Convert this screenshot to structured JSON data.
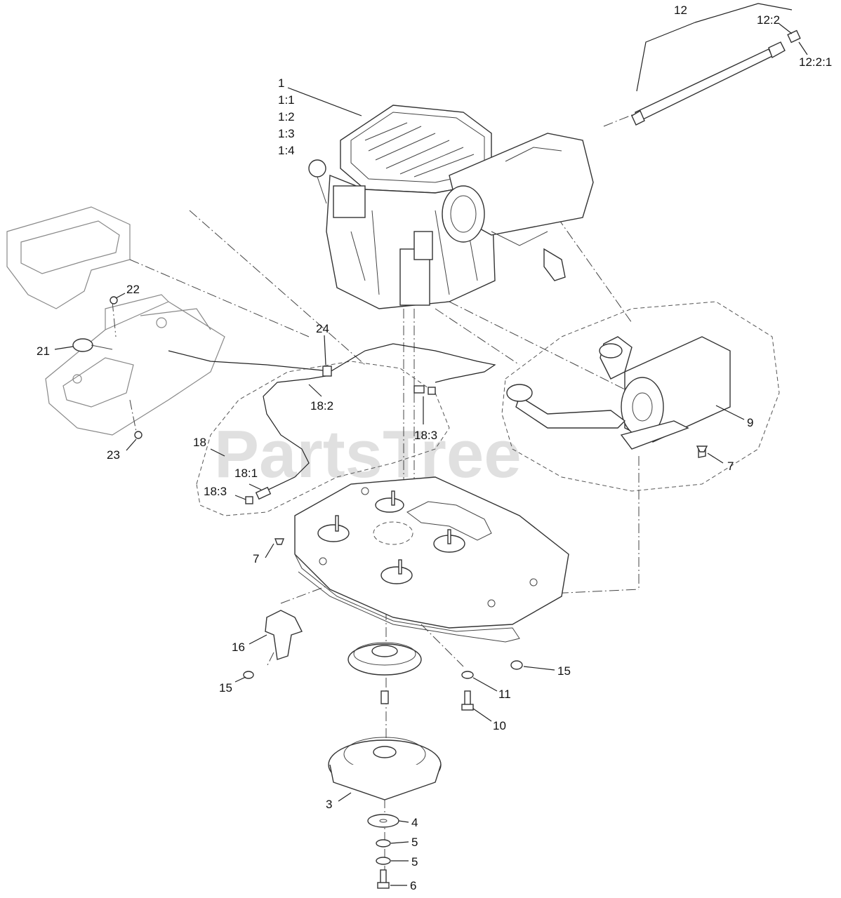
{
  "watermark": "PartsTree",
  "labels": [
    {
      "id": "l1",
      "text": "1"
    },
    {
      "id": "l1_1",
      "text": "1:1"
    },
    {
      "id": "l1_2",
      "text": "1:2"
    },
    {
      "id": "l1_3",
      "text": "1:3"
    },
    {
      "id": "l1_4",
      "text": "1:4"
    },
    {
      "id": "l12",
      "text": "12"
    },
    {
      "id": "l12_2",
      "text": "12:2"
    },
    {
      "id": "l12_2_1",
      "text": "12:2:1"
    },
    {
      "id": "l22",
      "text": "22"
    },
    {
      "id": "l21",
      "text": "21"
    },
    {
      "id": "l23",
      "text": "23"
    },
    {
      "id": "l24",
      "text": "24"
    },
    {
      "id": "l18_2",
      "text": "18:2"
    },
    {
      "id": "l18_3a",
      "text": "18:3"
    },
    {
      "id": "l18",
      "text": "18"
    },
    {
      "id": "l18_1",
      "text": "18:1"
    },
    {
      "id": "l18_3b",
      "text": "18:3"
    },
    {
      "id": "l9",
      "text": "9"
    },
    {
      "id": "l7a",
      "text": "7"
    },
    {
      "id": "l7b",
      "text": "7"
    },
    {
      "id": "l16",
      "text": "16"
    },
    {
      "id": "l15a",
      "text": "15"
    },
    {
      "id": "l15b",
      "text": "15"
    },
    {
      "id": "l11",
      "text": "11"
    },
    {
      "id": "l10",
      "text": "10"
    },
    {
      "id": "l3",
      "text": "3"
    },
    {
      "id": "l4",
      "text": "4"
    },
    {
      "id": "l5a",
      "text": "5"
    },
    {
      "id": "l5b",
      "text": "5"
    },
    {
      "id": "l6",
      "text": "6"
    }
  ]
}
